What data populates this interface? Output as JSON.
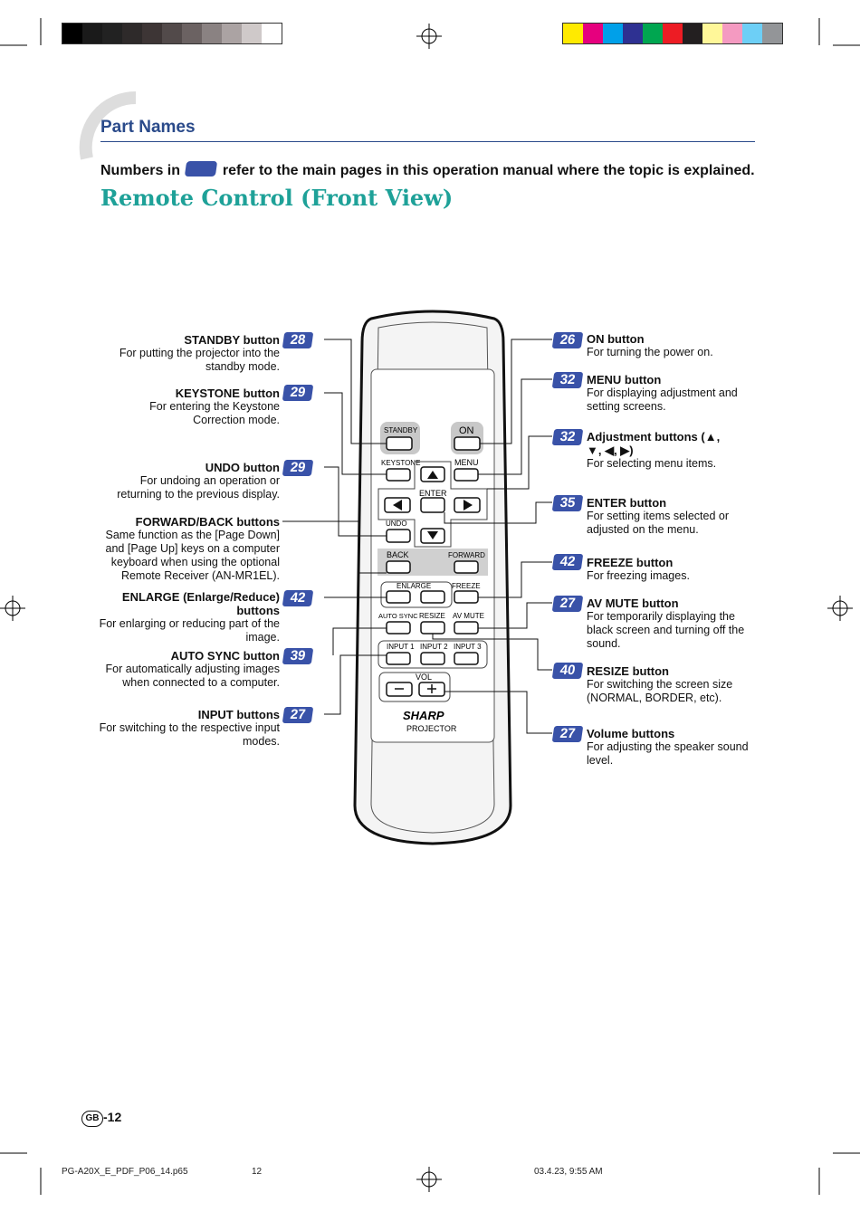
{
  "header": {
    "section_title": "Part Names",
    "intro_before": "Numbers in",
    "intro_after": "refer to the main pages in this operation manual where the topic is explained.",
    "main_title": "Remote Control (Front View)"
  },
  "left_items": [
    {
      "name": "standby",
      "title": "STANDBY button",
      "desc": "For putting the projector into the standby mode.",
      "page": "28"
    },
    {
      "name": "keystone",
      "title": "KEYSTONE button",
      "desc": "For entering the Keystone Correction mode.",
      "page": "29"
    },
    {
      "name": "undo",
      "title": "UNDO button",
      "desc": "For undoing an operation or returning to the previous display.",
      "page": "29"
    },
    {
      "name": "forward-back",
      "title": "FORWARD/BACK buttons",
      "desc": "Same function as the [Page Down] and [Page Up] keys on a computer keyboard when using the optional Remote Receiver (AN-MR1EL).",
      "page": ""
    },
    {
      "name": "enlarge",
      "title": "ENLARGE (Enlarge/Reduce) buttons",
      "desc": "For enlarging or reducing part of the image.",
      "page": "42"
    },
    {
      "name": "auto-sync",
      "title": "AUTO SYNC button",
      "desc": "For automatically adjusting images when connected to a computer.",
      "page": "39"
    },
    {
      "name": "input",
      "title": "INPUT buttons",
      "desc": "For switching to the respective input modes.",
      "page": "27"
    }
  ],
  "right_items": [
    {
      "name": "on",
      "title": "ON button",
      "desc": "For turning the power on.",
      "page": "26"
    },
    {
      "name": "menu",
      "title": "MENU button",
      "desc": "For displaying adjustment and setting screens.",
      "page": "32"
    },
    {
      "name": "adjustment",
      "title": "Adjustment buttons (▲, ▼, ◀, ▶)",
      "desc": "For selecting menu items.",
      "page": "32"
    },
    {
      "name": "enter",
      "title": "ENTER button",
      "desc": "For setting items selected or adjusted on the menu.",
      "page": "35"
    },
    {
      "name": "freeze",
      "title": "FREEZE button",
      "desc": "For freezing images.",
      "page": "42"
    },
    {
      "name": "av-mute",
      "title": "AV MUTE button",
      "desc": "For temporarily displaying the black screen and turning off the sound.",
      "page": "27"
    },
    {
      "name": "resize",
      "title": "RESIZE button",
      "desc": "For switching the screen size (NORMAL, BORDER, etc).",
      "page": "40"
    },
    {
      "name": "volume",
      "title": "Volume buttons",
      "desc": "For adjusting the speaker sound level.",
      "page": "27"
    }
  ],
  "remote": {
    "standby": "STANDBY",
    "on": "ON",
    "keystone": "KEYSTONE",
    "menu": "MENU",
    "enter": "ENTER",
    "undo": "UNDO",
    "back": "BACK",
    "forward": "FORWARD",
    "enlarge": "ENLARGE",
    "freeze": "FREEZE",
    "auto_sync": "AUTO SYNC",
    "resize": "RESIZE",
    "av_mute": "AV MUTE",
    "input1": "INPUT 1",
    "input2": "INPUT 2",
    "input3": "INPUT 3",
    "vol": "VOL",
    "brand": "SHARP",
    "model": "PROJECTOR"
  },
  "footer": {
    "page_region": "GB",
    "page_number": "-12",
    "file": "PG-A20X_E_PDF_P06_14.p65",
    "file_page": "12",
    "date": "03.4.23, 9:55 AM"
  },
  "colors": {
    "badge": "#3952a8",
    "heading": "#2a4a8a",
    "title": "#1ea198",
    "gray_bar": [
      "#000000",
      "#1a1a1a",
      "#222222",
      "#2e2a2a",
      "#3d3535",
      "#524a4a",
      "#6b6262",
      "#8a8282",
      "#aba3a3",
      "#cfc9c9",
      "#ffffff"
    ],
    "color_bar": [
      "#ffea00",
      "#e6007e",
      "#00a0e9",
      "#2e3192",
      "#00a650",
      "#ed1c24",
      "#231f20",
      "#fff799",
      "#f49ac1",
      "#6dcff6",
      "#939598"
    ]
  }
}
